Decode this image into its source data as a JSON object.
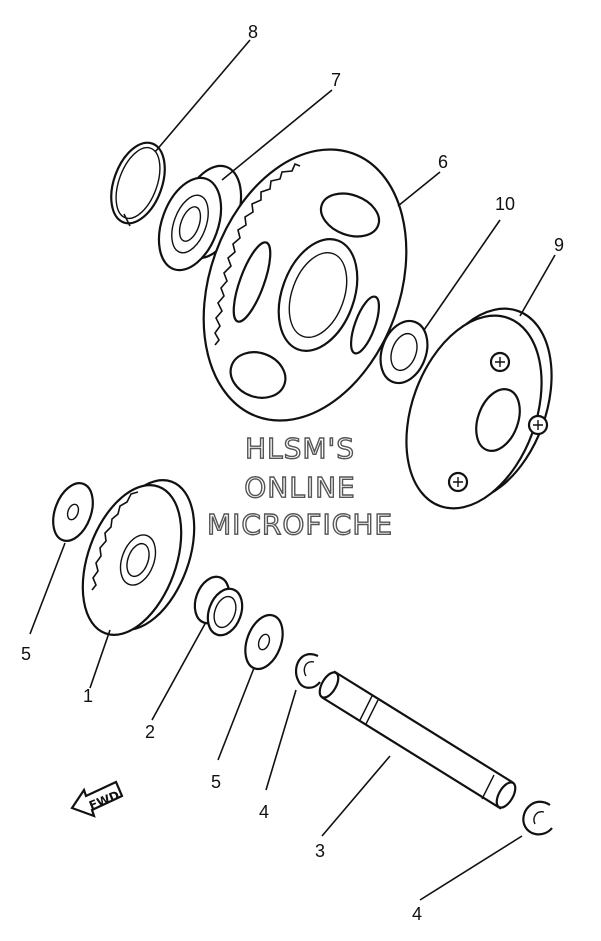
{
  "callouts": {
    "c1": "1",
    "c2": "2",
    "c3": "3",
    "c4a": "4",
    "c4b": "4",
    "c5a": "5",
    "c5b": "5",
    "c6": "6",
    "c7": "7",
    "c8": "8",
    "c9": "9",
    "c10": "10"
  },
  "watermark": {
    "line1": "HLSM'S",
    "line2": "ONLINE",
    "line3": "MICROFICHE"
  },
  "fwd_label": "FWD"
}
